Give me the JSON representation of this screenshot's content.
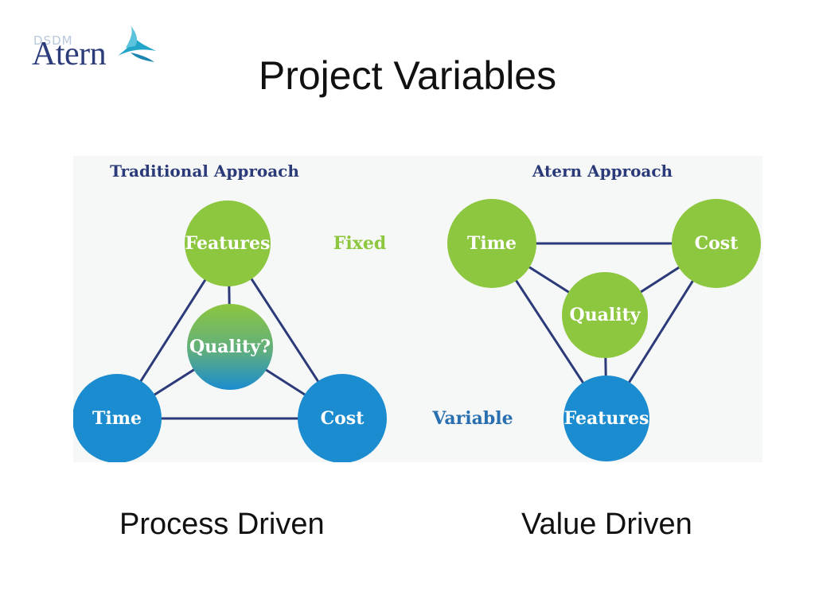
{
  "logo": {
    "small_text": "DSDM",
    "wordmark": "Atern",
    "icon": "bird-icon"
  },
  "title": "Project Variables",
  "diagram": {
    "traditional": {
      "heading": "Traditional Approach",
      "fixed_label": "Fixed",
      "nodes": {
        "top": "Features",
        "center": "Quality?",
        "left": "Time",
        "right": "Cost"
      }
    },
    "atern": {
      "heading": "Atern Approach",
      "variable_label": "Variable",
      "nodes": {
        "left": "Time",
        "right": "Cost",
        "center": "Quality",
        "bottom": "Features"
      }
    }
  },
  "captions": {
    "left": "Process Driven",
    "right": "Value Driven"
  },
  "colors": {
    "fixed_green": "#8dc63f",
    "variable_blue": "#1b8ccf",
    "line_navy": "#2b3a78",
    "label_green": "#8dc63f",
    "label_blue": "#2a6fb0",
    "heading_navy": "#2b3a78",
    "panel_bg": "#f6f8f7"
  }
}
